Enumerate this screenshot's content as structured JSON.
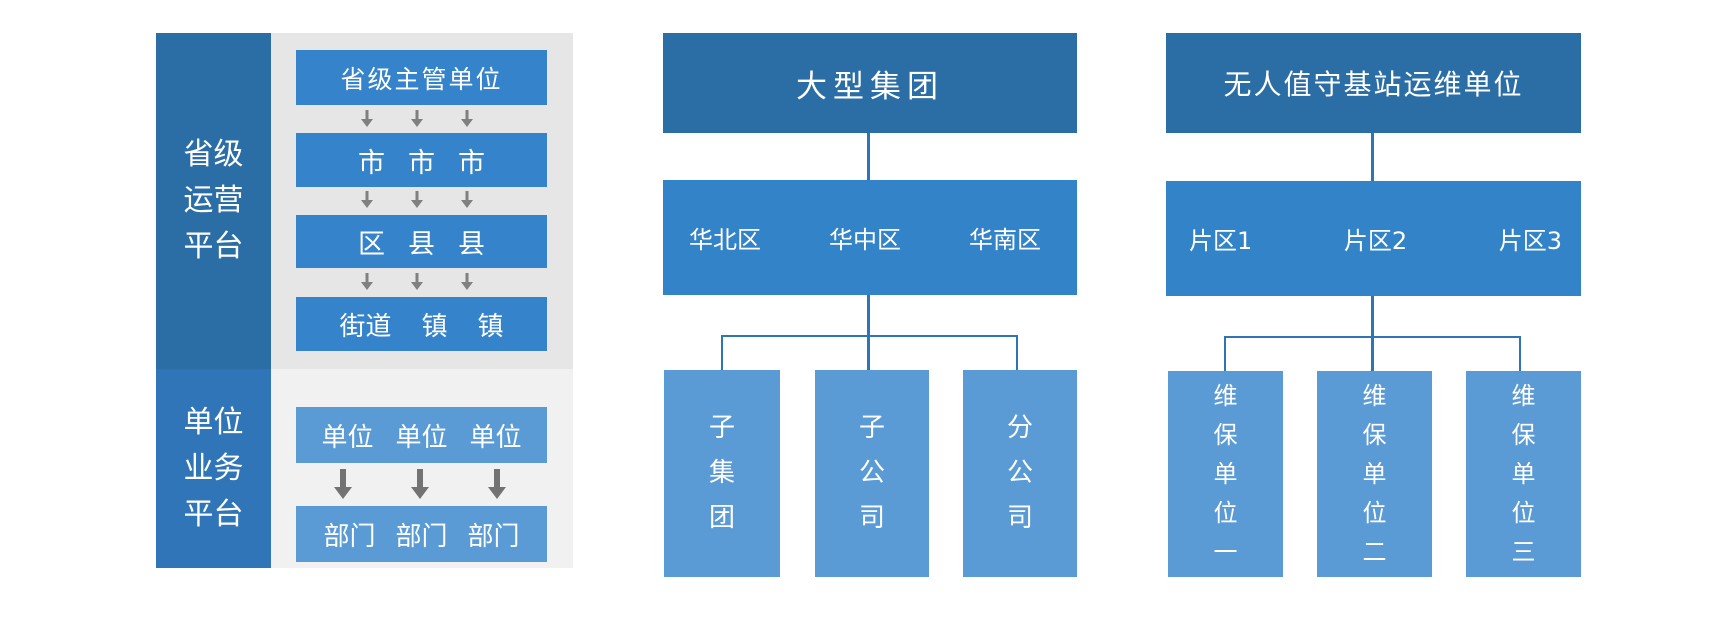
{
  "palette": {
    "header_dark_blue": "#2B6DA5",
    "sidebar_bottom_blue": "#2F75B7",
    "mid_blue": "#3583CB",
    "level2_blue": "#3383C9",
    "light_blue": "#5B9BD5",
    "gray_top": "#E6E6E6",
    "gray_bottom": "#F1F1F1",
    "arrow_gray_small": "#808080",
    "arrow_gray_big": "#737373",
    "connector_blue": "#2E75B6"
  },
  "left_panel": {
    "top_section_label": [
      "省级",
      "运营",
      "平台"
    ],
    "bottom_section_label": [
      "单位",
      "业务",
      "平台"
    ],
    "rows": {
      "root": "省级主管单位",
      "cities": [
        "市",
        "市",
        "市"
      ],
      "districts": [
        "区",
        "县",
        "县"
      ],
      "streets": [
        "街道",
        "镇",
        "镇"
      ],
      "units": [
        "单位",
        "单位",
        "单位"
      ],
      "departments": [
        "部门",
        "部门",
        "部门"
      ]
    }
  },
  "group_panel": {
    "title": "大型集团",
    "regions": [
      "华北区",
      "华中区",
      "华南区"
    ],
    "children": [
      "子集团",
      "子公司",
      "分公司"
    ]
  },
  "station_panel": {
    "title": "无人值守基站运维单位",
    "regions": [
      "片区1",
      "片区2",
      "片区3"
    ],
    "children": [
      "维保单位一",
      "维保单位二",
      "维保单位三"
    ]
  }
}
